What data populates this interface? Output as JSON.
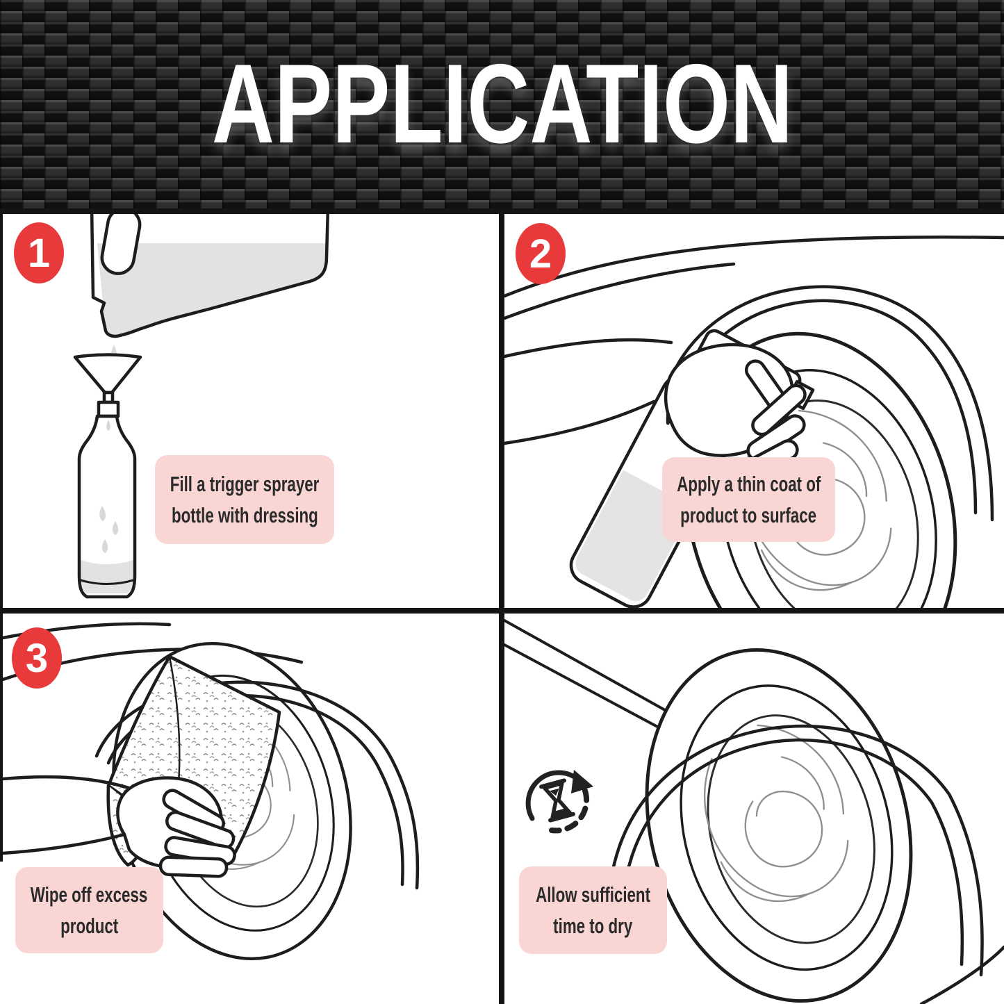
{
  "header": {
    "title": "APPLICATION"
  },
  "colors": {
    "badge_red": "#e8393b",
    "caption_bg": "#f9d6d4",
    "caption_text": "#2a2a2a",
    "line_art": "#1d1d1d",
    "liquid_gray": "#e2e2e2"
  },
  "steps": [
    {
      "number": "1",
      "caption_line1": "Fill a trigger sprayer",
      "caption_line2": "bottle with dressing",
      "illustration": "jug-pouring-into-funnel-and-spray-bottle"
    },
    {
      "number": "2",
      "caption_line1": "Apply a thin coat of",
      "caption_line2": "product to surface",
      "illustration": "hand-spraying-product-on-wheel"
    },
    {
      "number": "3",
      "caption_line1": "Wipe off excess",
      "caption_line2": "product",
      "illustration": "hand-wiping-wheel-with-towel"
    },
    {
      "caption_line1": "Allow sufficient",
      "caption_line2": "time to dry",
      "illustration": "wheel-with-wait-timer-icon"
    }
  ]
}
